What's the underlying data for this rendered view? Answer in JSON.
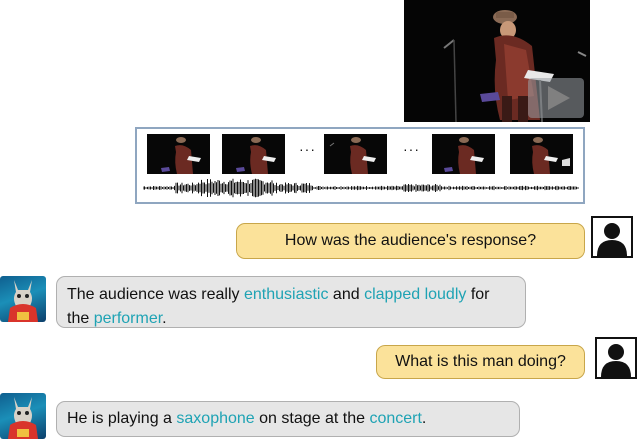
{
  "conversation": {
    "q1": {
      "text": "How was the audience's response?"
    },
    "a1": {
      "parts": [
        "The audience was really ",
        "enthusiastic",
        " and ",
        "clapped loudly",
        " for the ",
        "performer",
        "."
      ]
    },
    "q2": {
      "text": "What is this man doing?"
    },
    "a2": {
      "parts": [
        "He is playing a ",
        "saxophone",
        " on stage at the ",
        "concert",
        "."
      ]
    }
  },
  "strip": {
    "ellipsis_1": "···",
    "ellipsis_2": "···"
  },
  "colors": {
    "question_bubble": "#fbe29a",
    "answer_bubble": "#e6e6e6",
    "highlight": "#1fa3b4",
    "strip_border": "#8fa6c0"
  },
  "icons": {
    "play": "play-icon",
    "user": "user-silhouette-icon",
    "bot": "llama-avatar-icon"
  }
}
